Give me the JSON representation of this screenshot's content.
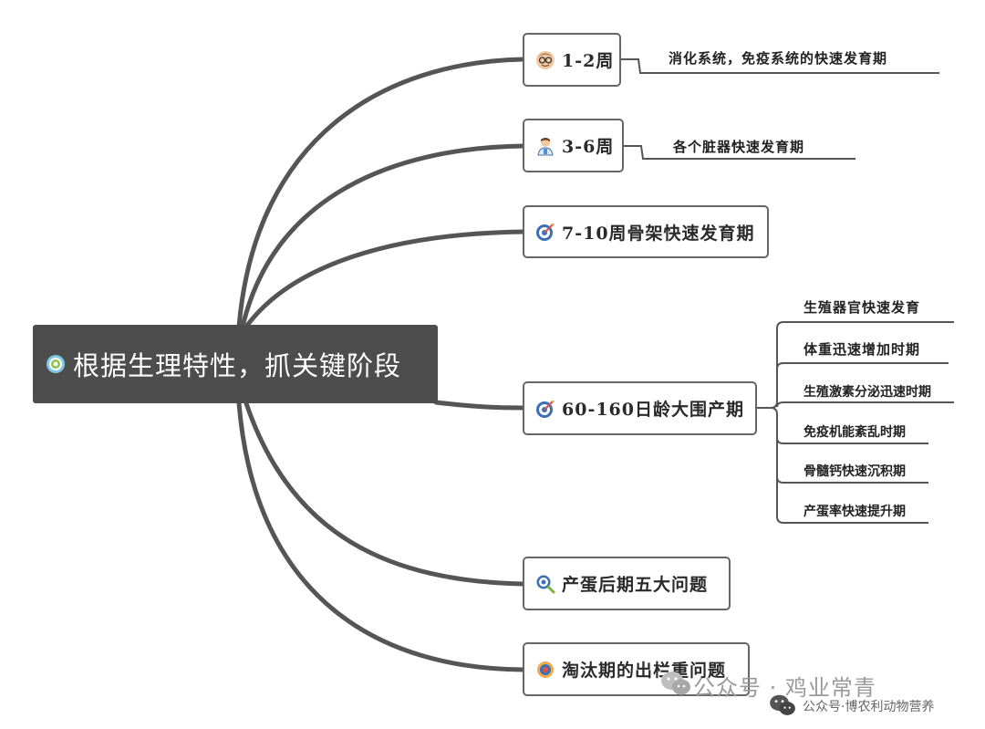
{
  "mindmap": {
    "root": {
      "label": "根据生理特性，抓关键阶段",
      "icon": "target-icon"
    },
    "branches": [
      {
        "label": "1-2周",
        "icon": "doctor-face-icon",
        "detail": "消化系统，免疫系统的快速发育期"
      },
      {
        "label": "3-6周",
        "icon": "doctor-icon",
        "detail": "各个脏器快速发育期"
      },
      {
        "label": "7-10周骨架快速发育期",
        "icon": "dart-target-icon"
      },
      {
        "label": "60-160日龄大围产期",
        "icon": "dart-target-icon",
        "children": [
          "生殖器官快速发育",
          "体重迅速增加时期",
          "生殖激素分泌迅速时期",
          "免疫机能紊乱时期",
          "骨髓钙快速沉积期",
          "产蛋率快速提升期"
        ]
      },
      {
        "label": "产蛋后期五大问题",
        "icon": "magnifier-icon"
      },
      {
        "label": "淘汰期的出栏重问题",
        "icon": "bullseye-icon"
      }
    ]
  },
  "watermark": {
    "line1": "公众号 · 鸡业常青",
    "line2": "公众号·博农利动物营养"
  },
  "colors": {
    "root_bg": "#4d4d4d",
    "line": "#555555",
    "node_border": "#666666"
  }
}
